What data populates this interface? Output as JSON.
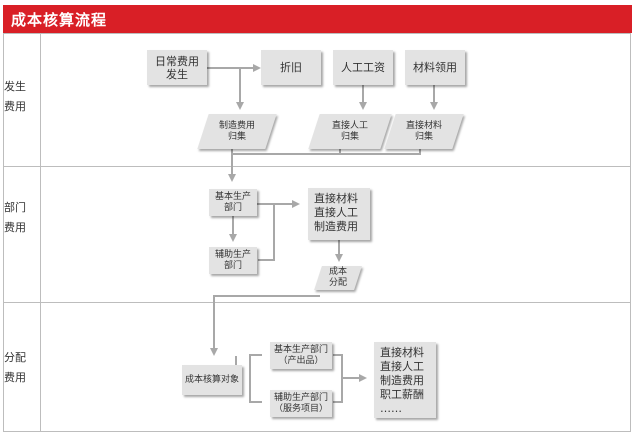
{
  "title": "成本核算流程",
  "lanes": [
    {
      "label": "发生\n费用"
    },
    {
      "label": "部门\n费用"
    },
    {
      "label": "分配\n费用"
    }
  ],
  "nodes": {
    "daily_expense": "日常费用\n发生",
    "depreciation": "折旧",
    "labor_wage": "人工工资",
    "material_pick": "材料领用",
    "mfg_cost_collect": "制造费用\n归集",
    "direct_labor_collect": "直接人工\n归集",
    "direct_material_collect": "直接材料\n归集",
    "basic_prod_dept": "基本生产\n部门",
    "aux_prod_dept": "辅助生产\n部门",
    "dept_cost_items": "直接材料\n直接人工\n制造费用",
    "cost_allocation": "成本\n分配",
    "cost_object": "成本核算对象",
    "basic_prod_product": "基本生产部门\n（产出品）",
    "aux_prod_service": "辅助生产部门\n（服务项目）",
    "final_cost_items": "直接材料\n直接人工\n制造费用\n职工薪酬\n……"
  },
  "colors": {
    "header": "#d91f26",
    "box": "#e3e3e3",
    "line": "#a8a8a8",
    "border": "#bdbdbd"
  }
}
